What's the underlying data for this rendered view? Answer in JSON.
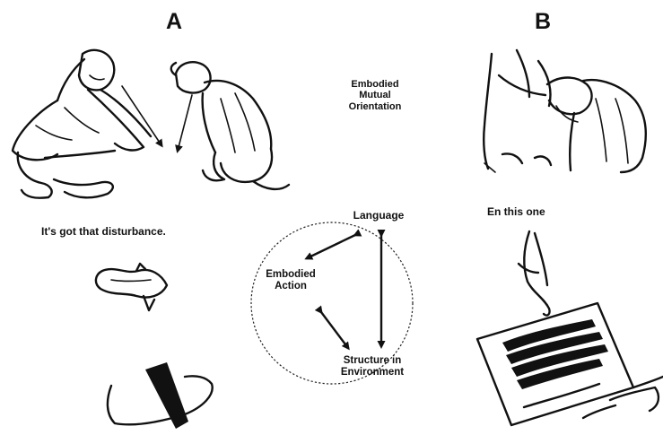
{
  "panels": {
    "a_label": "A",
    "b_label": "B"
  },
  "center": {
    "top_label": "Embodied\nMutual\nOrientation",
    "cycle_nodes": {
      "language": "Language",
      "embodied_action": "Embodied\nAction",
      "structure": "Structure in\nEnvironment"
    }
  },
  "captions": {
    "left_quote": "It's got that disturbance.",
    "right_quote": "En this one"
  },
  "colors": {
    "ink": "#111111",
    "background": "#ffffff"
  }
}
